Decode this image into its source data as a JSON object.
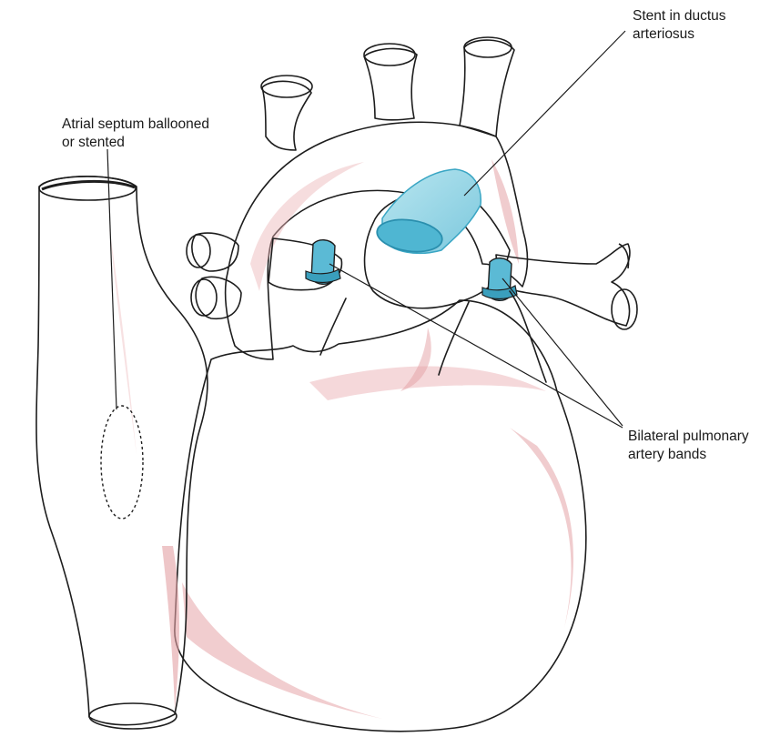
{
  "labels": {
    "stent": {
      "line1": "Stent in ductus",
      "line2": "arteriosus"
    },
    "atrial": {
      "line1": "Atrial septum ballooned",
      "line2": "or stented"
    },
    "bands": {
      "line1": "Bilateral pulmonary",
      "line2": "artery bands"
    }
  },
  "colors": {
    "tissue_light": "#fdf1f1",
    "tissue_shade": "#e7a9ac",
    "tissue_deep": "#d98a8f",
    "stent_fill": "#8fd3e3",
    "stent_edge": "#3aa6c4",
    "band_fill": "#5bbad5",
    "outline": "#1d1d1d"
  }
}
